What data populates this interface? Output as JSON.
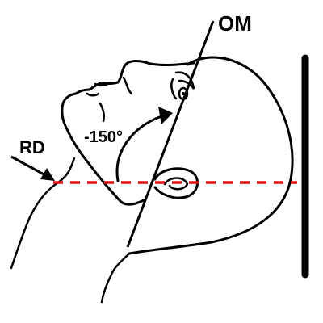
{
  "labels": {
    "om": "OM",
    "rd": "RD",
    "angle": "-150°"
  },
  "colors": {
    "outline": "#000000",
    "reference_line": "#e01010",
    "background": "#ffffff"
  }
}
